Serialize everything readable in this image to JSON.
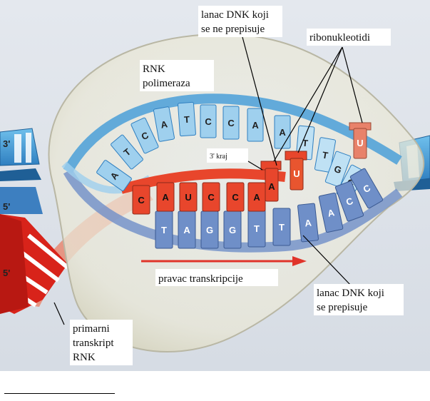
{
  "labels": {
    "rna_polymerase": [
      "RNK",
      "polimeraza"
    ],
    "non_template_strand": [
      "lanac DNK koji",
      "se ne prepisuje"
    ],
    "ribonucleotides": "ribonukleotidi",
    "three_prime_end": "3' kraj",
    "template_strand": [
      "lanac DNK koji",
      "se prepisuje"
    ],
    "transcription_direction": "pravac transkripcije",
    "primary_transcript": [
      "primarni",
      "transkript",
      "RNK"
    ],
    "end_3_left": "3'",
    "end_5_left": "5'",
    "end_5_rna": "5'"
  },
  "bases": {
    "upper_strand": [
      "A",
      "T",
      "C",
      "A",
      "T",
      "C",
      "C",
      "A",
      "A",
      "T",
      "T",
      "G",
      "G"
    ],
    "rna_strand": [
      "C",
      "A",
      "U",
      "C",
      "C",
      "A"
    ],
    "template_strand": [
      "T",
      "A",
      "G",
      "G",
      "T",
      "T",
      "A",
      "A",
      "C",
      "C"
    ],
    "incoming_nucleotides": [
      "A",
      "U",
      "U"
    ]
  },
  "colors": {
    "dna_blue": "#4a9fd8",
    "dna_light": "#9fd0ee",
    "template_blue": "#6f8fc8",
    "rna_red": "#e8462c",
    "rna_salmon": "#e8826a",
    "polymerase_fill": "#ecebdc"
  }
}
